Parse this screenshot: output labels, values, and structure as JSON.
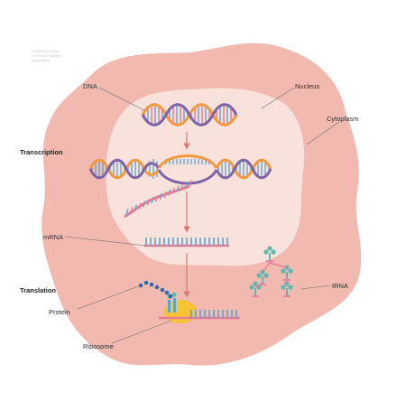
{
  "watermark": {
    "line1": "INTERNATIONAL",
    "line2": "Genome Medicine",
    "line3": "Diagnostics"
  },
  "labels": {
    "dna": "DNA",
    "nucleus": "Nucleus",
    "cytoplasm": "Cytoplasm",
    "transcription": "Transcription",
    "mrna": "mRNA",
    "translation": "Translation",
    "trna": "tRNA",
    "protein": "Protein",
    "ribosome": "Ribosome"
  },
  "colors": {
    "cell": "#f2b9b1",
    "nucleus": "#f9e1dc",
    "strand_orange": "#f39a3d",
    "strand_purple": "#7d63a8",
    "strand_pink": "#e77d92",
    "rung_blue": "#5aa5cf",
    "rung_pink": "#e8769a",
    "trna_teal": "#5fb7ae",
    "protein_blue": "#2b6ea8",
    "ribosome_yellow": "#f7c234",
    "arrow": "#d97a70"
  }
}
